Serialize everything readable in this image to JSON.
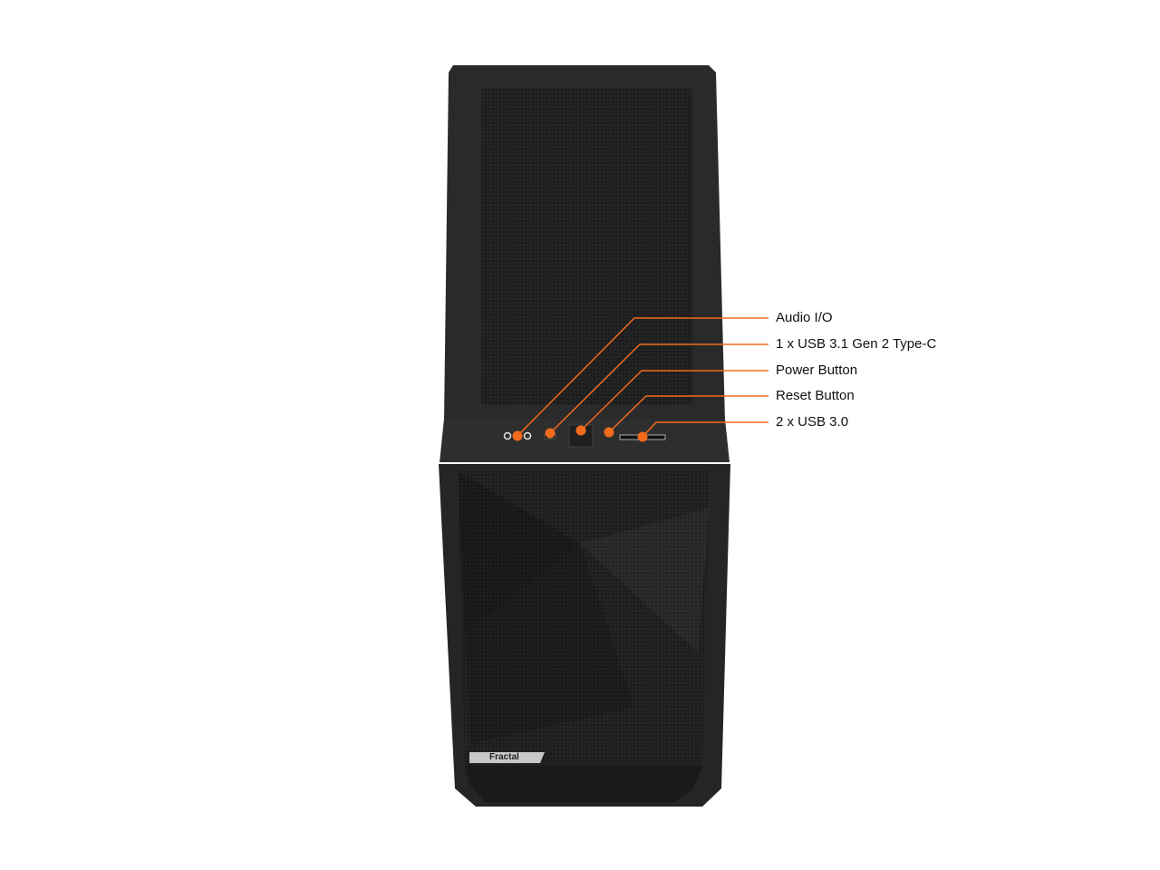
{
  "product": {
    "brand_badge": "Fractal",
    "colors": {
      "body": "#2b2b2b",
      "mesh": "#1c1c1c",
      "accent": "#f26b1d",
      "badge": "#c8c8c8"
    }
  },
  "callouts": [
    {
      "label": "Audio I/O",
      "dot": [
        571,
        481
      ],
      "elbow": [
        700,
        351
      ],
      "end": [
        848,
        351
      ]
    },
    {
      "label": "1 x USB 3.1 Gen 2 Type-C",
      "dot": [
        607,
        478
      ],
      "elbow": [
        706,
        380
      ],
      "end": [
        848,
        380
      ]
    },
    {
      "label": "Power Button",
      "dot": [
        641,
        475
      ],
      "elbow": [
        708,
        409
      ],
      "end": [
        848,
        409
      ]
    },
    {
      "label": "Reset Button",
      "dot": [
        672,
        477
      ],
      "elbow": [
        713,
        437
      ],
      "end": [
        848,
        437
      ]
    },
    {
      "label": "2 x USB 3.0",
      "dot": [
        709,
        482
      ],
      "elbow": [
        724,
        466
      ],
      "end": [
        848,
        466
      ]
    }
  ]
}
